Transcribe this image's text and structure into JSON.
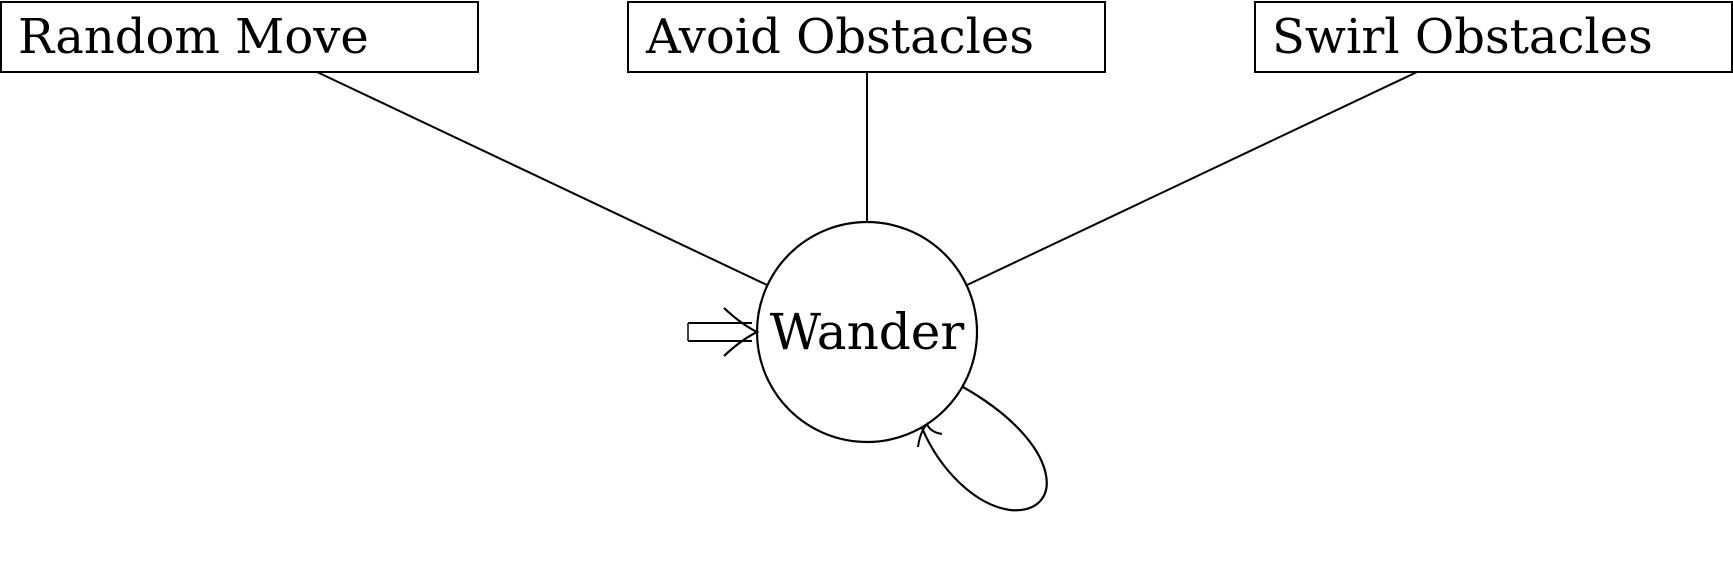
{
  "diagram": {
    "state": {
      "label": "Wander"
    },
    "behaviors": [
      {
        "label": "Random Move"
      },
      {
        "label": "Avoid Obstacles"
      },
      {
        "label": "Swirl Obstacles"
      }
    ]
  },
  "colors": {
    "stroke": "#000000",
    "background": "#ffffff"
  }
}
